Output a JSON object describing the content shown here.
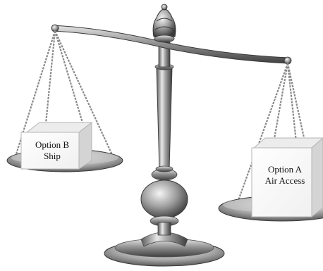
{
  "scale": {
    "left_pan": {
      "box_label_line1": "Option B",
      "box_label_line2": "Ship"
    },
    "right_pan": {
      "box_label_line1": "Option A",
      "box_label_line2": "Air Access"
    }
  },
  "colors": {
    "background": "#ffffff",
    "metal_light": "#d9d9d9",
    "metal_mid": "#9a9a9a",
    "metal_dark": "#4a4a4a",
    "box_face": "#ffffff",
    "box_shadow": "#cfcfcf"
  }
}
